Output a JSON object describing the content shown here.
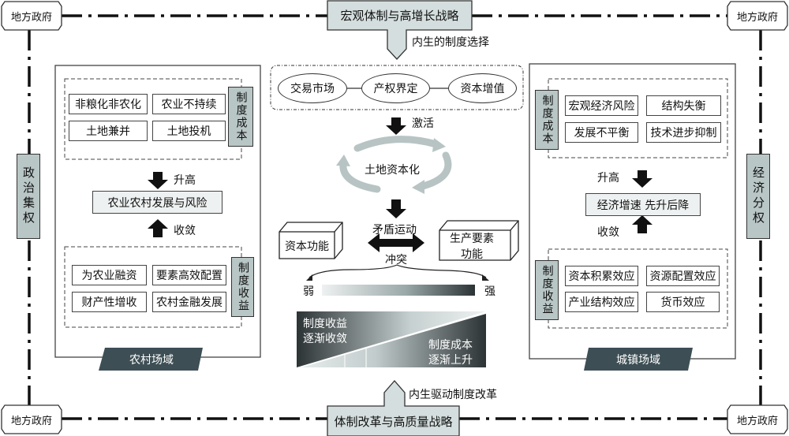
{
  "corners": {
    "top_left": "地方政府",
    "top_right": "地方政府",
    "bottom_left": "地方政府",
    "bottom_right": "地方政府"
  },
  "sides": {
    "left": "政治集权",
    "right": "经济分权"
  },
  "top": {
    "strategy": "宏观体制与高增长战略",
    "arrow_label": "内生的制度选择"
  },
  "bottom": {
    "strategy": "体制改革与高质量战略",
    "arrow_label": "内生驱动制度改革"
  },
  "center": {
    "ellipses": [
      "交易市场",
      "产权界定",
      "资本增值"
    ],
    "activate_label": "激活",
    "cycle_label": "土地资本化",
    "conflict_top": "矛盾运动",
    "conflict_bottom": "冲突",
    "left_box": "资本功能",
    "right_box_line1": "生产要素",
    "right_box_line2": "功能",
    "weak": "弱",
    "strong": "强",
    "benefit_line1": "制度收益",
    "benefit_line2": "逐渐收敛",
    "cost_line1": "制度成本",
    "cost_line2": "逐渐上升"
  },
  "rural": {
    "banner": "农村场域",
    "cost_tag": "制度成本",
    "cost_items": [
      "非粮化非农化",
      "农业不持续",
      "土地兼并",
      "土地投机"
    ],
    "rise_label": "升高",
    "center_box": "农业农村发展与风险",
    "converge_label": "收敛",
    "benefit_tag": "制度收益",
    "benefit_items": [
      "为农业融资",
      "要素高效配置",
      "财产性增收",
      "农村金融发展"
    ]
  },
  "urban": {
    "banner": "城镇场域",
    "cost_tag": "制度成本",
    "cost_items": [
      "宏观经济风险",
      "结构失衡",
      "发展不平衡",
      "技术进步抑制"
    ],
    "rise_label": "升高",
    "center_box": "经济增速 先升后降",
    "converge_label": "收敛",
    "benefit_tag": "制度收益",
    "benefit_items": [
      "资本积累效应",
      "资源配置效应",
      "产业结构效应",
      "货币效应"
    ]
  },
  "colors": {
    "tag_fill": "#b9c6c6",
    "banner_fill": "#3d4f55",
    "strategy_fill": "#d5dede",
    "cycle_arrow": "#b8c4c4"
  }
}
